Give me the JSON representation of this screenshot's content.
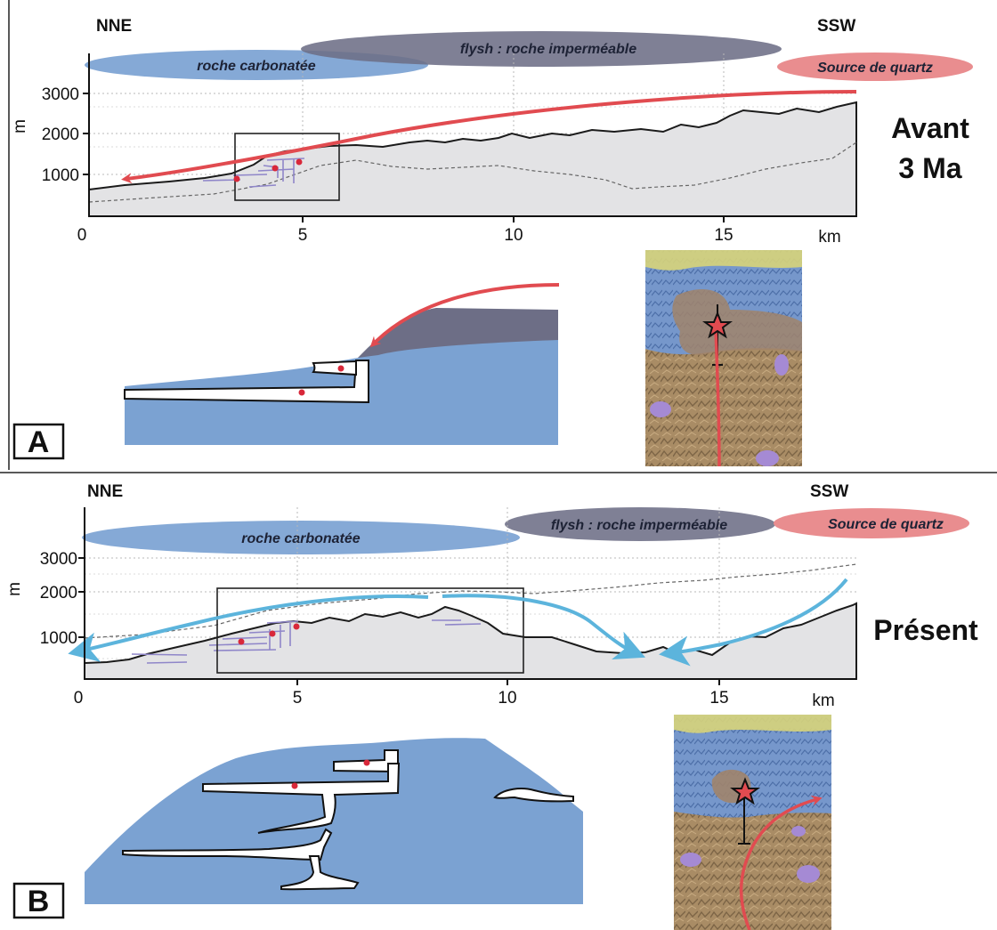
{
  "colors": {
    "carbonate": "#7ba2d2",
    "flysch": "#6d6e86",
    "quartz": "#e98d8f",
    "relief_fill": "#e3e3e5",
    "red_arrow": "#e14b50",
    "blue_arrow": "#5cb4dc",
    "caves": "#8f86c9"
  },
  "panel_a": {
    "label": "A",
    "dir_left": "NNE",
    "dir_right": "SSW",
    "ellipse_carbonate": "roche carbonatée",
    "ellipse_flysch": "flysh : roche imperméable",
    "ellipse_quartz": "Source de quartz",
    "y_unit": "m",
    "y_ticks": [
      "3000",
      "2000",
      "1000"
    ],
    "x_ticks": [
      "0",
      "5",
      "10",
      "15"
    ],
    "x_unit": "km",
    "period_line1": "Avant",
    "period_line2": "3 Ma"
  },
  "panel_b": {
    "label": "B",
    "dir_left": "NNE",
    "dir_right": "SSW",
    "ellipse_carbonate": "roche carbonatée",
    "ellipse_flysch": "flysh : roche imperméable",
    "ellipse_quartz": "Source de quartz",
    "y_unit": "m",
    "y_ticks": [
      "3000",
      "2000",
      "1000"
    ],
    "x_ticks": [
      "0",
      "5",
      "10",
      "15"
    ],
    "x_unit": "km",
    "period": "Présent"
  },
  "legend_icons": {
    "paleo_flow": "red-arrow-icon",
    "present_flow": "blue-arrow-icon",
    "cave_site": "star-icon"
  }
}
